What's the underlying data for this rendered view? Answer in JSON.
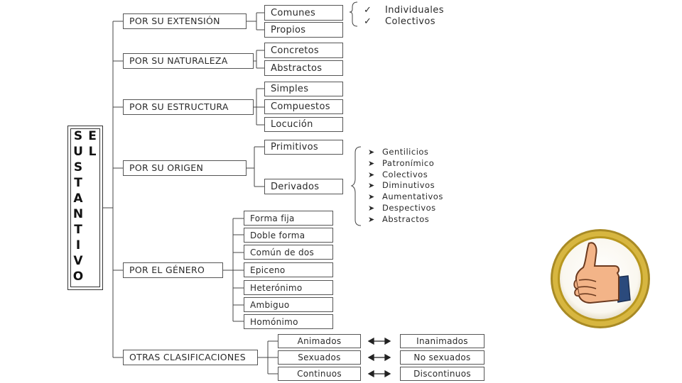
{
  "title": "EL SUSTANTIVO",
  "categories": {
    "extension": "POR SU EXTENSIÓN",
    "naturaleza": "POR SU NATURALEZA",
    "estructura": "POR SU ESTRUCTURA",
    "origen": "POR SU ORIGEN",
    "genero": "POR EL GÉNERO",
    "otras": "OTRAS CLASIFICACIONES"
  },
  "extension": {
    "items": [
      "Comunes",
      "Propios"
    ],
    "comunes_sub": [
      "Individuales",
      "Colectivos"
    ]
  },
  "naturaleza": {
    "items": [
      "Concretos",
      "Abstractos"
    ]
  },
  "estructura": {
    "items": [
      "Simples",
      "Compuestos",
      "Locución"
    ]
  },
  "origen": {
    "items": [
      "Primitivos",
      "Derivados"
    ],
    "derivados_sub": [
      "Gentilicios",
      "Patronímico",
      "Colectivos",
      "Diminutivos",
      "Aumentativos",
      "Despectivos",
      "Abstractos"
    ]
  },
  "genero": {
    "items": [
      "Forma fija",
      "Doble forma",
      "Común de dos",
      "Epiceno",
      "Heterónimo",
      "Ambiguo",
      "Homónimo"
    ]
  },
  "otras": {
    "pairs": [
      {
        "left": "Animados",
        "right": "Inanimados"
      },
      {
        "left": "Sexuados",
        "right": "No sexuados"
      },
      {
        "left": "Continuos",
        "right": "Discontinuos"
      }
    ]
  },
  "icons": {
    "checkmark": "✓",
    "arrowhead": "➤",
    "double_arrow": "double-arrow-icon",
    "thumb": "thumbs-up-icon"
  },
  "colors": {
    "ring": "#d7b640",
    "hand": "#f3b488",
    "cuff": "#2b4a7c"
  }
}
